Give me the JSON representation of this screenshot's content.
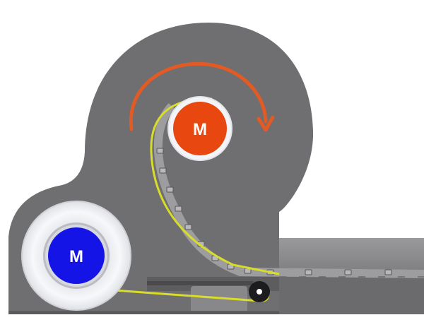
{
  "diagram": {
    "motors": [
      {
        "id": "top",
        "label": "M",
        "color": "#e8470f"
      },
      {
        "id": "bottom",
        "label": "M",
        "color": "#1414e6"
      }
    ],
    "arrow_color": "#e25a24",
    "path_color": "#d8dc2a",
    "housing_color": "#6f6e71",
    "conveyor_color": "#828285"
  }
}
